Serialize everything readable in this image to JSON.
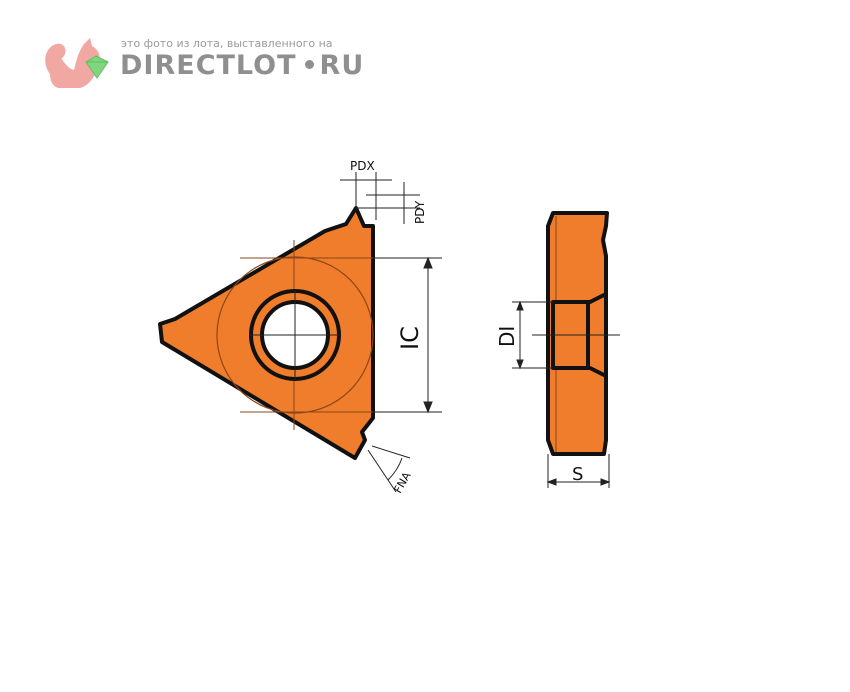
{
  "watermark": {
    "caption": "это фото из лота, выставленного на",
    "brand_left": "DIRECTLOT",
    "brand_right": "RU",
    "logo_icon": "squirrel-gem-icon",
    "color_logo": "#f2a8a2",
    "color_gem": "#7fd67f",
    "color_text": "#8f8f8f"
  },
  "diagram": {
    "labels": {
      "pdx": "PDX",
      "pdy": "PDY",
      "ic": "IC",
      "fna": "FNA",
      "di": "DI",
      "s": "S"
    },
    "colors": {
      "insert_fill": "#f07d2c",
      "outline": "#111111",
      "thin_line": "#222222"
    }
  }
}
